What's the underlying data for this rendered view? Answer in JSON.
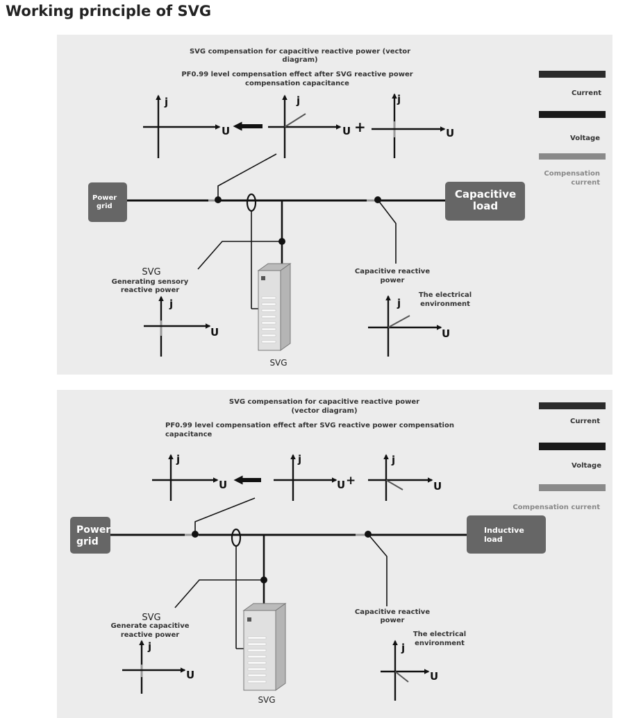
{
  "title": "Working principle of SVG",
  "colors": {
    "current": "#2b2b2b",
    "voltage": "#1a1a1a",
    "compensation": "#8a8a8a",
    "panel": "#ececec",
    "box": "#666666"
  },
  "panel1": {
    "heading_line1": "SVG compensation for capacitive reactive power (vector",
    "heading_line2": "diagram)",
    "subheading_line1": "PF0.99 level compensation effect after SVG reactive power",
    "subheading_line2": "compensation capacitance",
    "legend": {
      "current": "Current",
      "voltage": "Voltage",
      "compensation_line1": "Compensation",
      "compensation_line2": "current"
    },
    "source_line1": "Power",
    "source_line2": "grid",
    "load_line1": "Capacitive",
    "load_line2": "load",
    "svg_label": "SVG",
    "svg_desc_line1": "Generating sensory",
    "svg_desc_line2": "reactive power",
    "load_desc_line1": "Capacitive reactive",
    "load_desc_line2": "power",
    "env_line1": "The electrical",
    "env_line2": "environment",
    "cabinet_label": "SVG",
    "axis_j": "j",
    "axis_u": "U",
    "plus": "+"
  },
  "panel2": {
    "heading_line1": "SVG compensation for capacitive reactive power",
    "heading_line2": "(vector diagram)",
    "subheading_line1": "PF0.99 level compensation effect after SVG reactive power compensation",
    "subheading_line2": "capacitance",
    "legend": {
      "current": "Current",
      "voltage": "Voltage",
      "compensation": "Compensation current"
    },
    "source_line1": "Power",
    "source_line2": "grid",
    "load_line1": "Inductive",
    "load_line2": "load",
    "svg_label": "SVG",
    "svg_desc_line1": "Generate capacitive",
    "svg_desc_line2": "reactive power",
    "load_desc_line1": "Capacitive reactive",
    "load_desc_line2": "power",
    "env_line1": "The electrical",
    "env_line2": "environment",
    "cabinet_label": "SVG",
    "axis_j": "j",
    "axis_u": "U",
    "plus": "+"
  }
}
